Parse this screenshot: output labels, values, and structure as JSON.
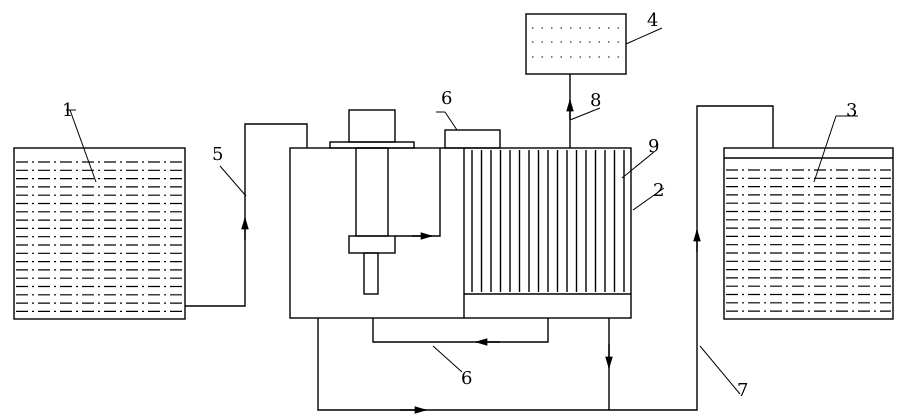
{
  "diagram": {
    "labels": {
      "l1": "1",
      "l2": "2",
      "l3": "3",
      "l4": "4",
      "l5": "5",
      "l6_top": "6",
      "l6_bottom": "6",
      "l7": "7",
      "l8": "8",
      "l9": "9"
    }
  }
}
